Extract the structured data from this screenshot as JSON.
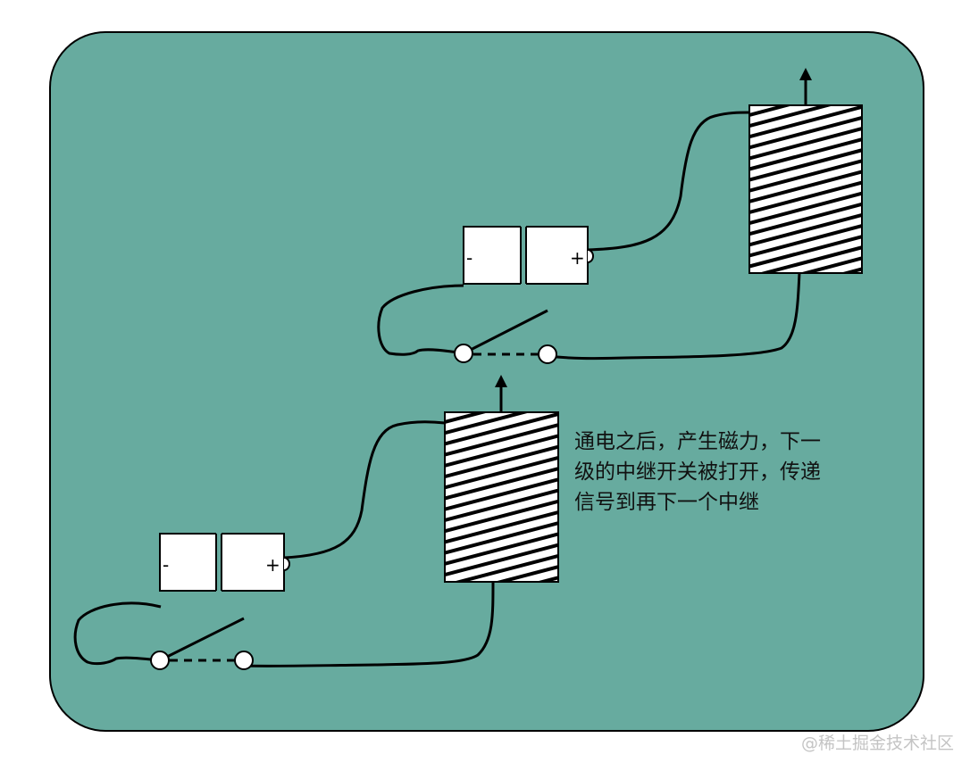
{
  "colors": {
    "background": "#67ab9f",
    "border": "#000000",
    "wire": "#000000",
    "box_fill": "#ffffff",
    "watermark": "#c4c4c4"
  },
  "relays": [
    {
      "battery": {
        "minus": "-",
        "plus": "+"
      }
    },
    {
      "battery": {
        "minus": "-",
        "plus": "+"
      }
    }
  ],
  "caption": {
    "lines": [
      "通电之后，产生磁力，下一",
      "级的中继开关被打开，传递",
      "信号到再下一个中继"
    ]
  },
  "watermark": "@稀土掘金技术社区"
}
